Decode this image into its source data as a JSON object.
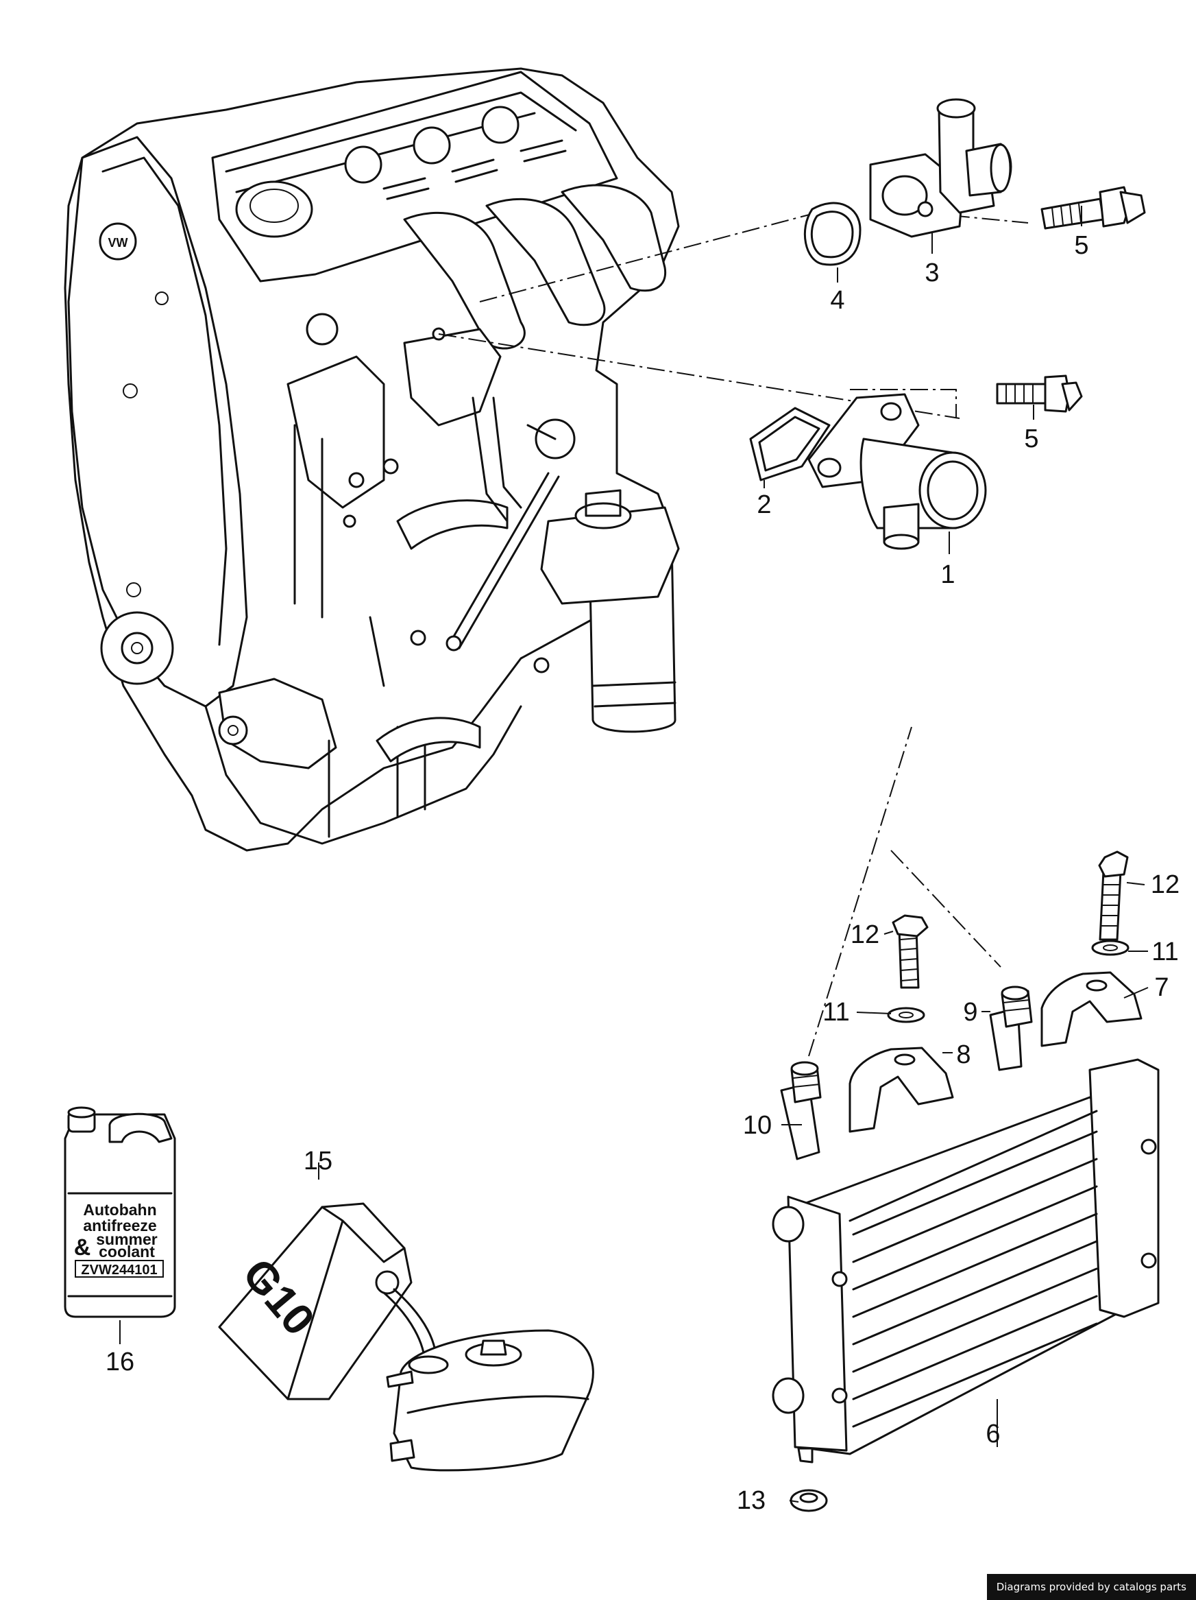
{
  "callouts": {
    "c1": "1",
    "c2": "2",
    "c3": "3",
    "c4": "4",
    "c5a": "5",
    "c5b": "5",
    "c6": "6",
    "c7": "7",
    "c8": "8",
    "c9": "9",
    "c10": "10",
    "c11a": "11",
    "c11b": "11",
    "c12a": "12",
    "c12b": "12",
    "c13": "13",
    "c15": "15",
    "c16": "16"
  },
  "antifreeze_jug": {
    "line1": "Autobahn",
    "line2": "antifreeze",
    "line3": "summer",
    "ampersand": "&",
    "line4": "coolant",
    "part_number": "ZVW244101"
  },
  "g10_canister": {
    "label": "G10"
  },
  "engine_logo": "VW",
  "credit": "Diagrams provided by catalogs parts"
}
